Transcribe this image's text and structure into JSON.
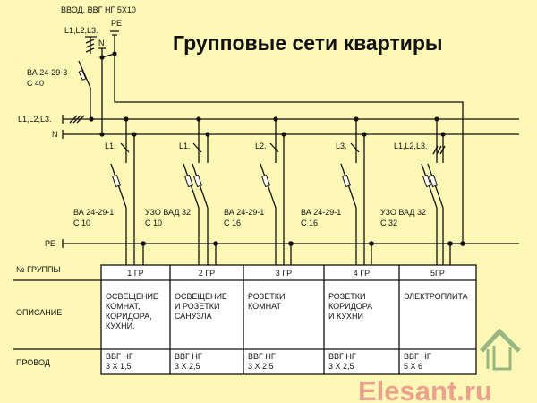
{
  "title": "Групповые сети квартиры",
  "input": {
    "cable": "ВВОД. ВВГ НГ 5Х10",
    "phase_label": "L1,L2,L3.",
    "neutral_label": "N",
    "pe_label": "PE",
    "breaker_model": "ВА 24-29-3",
    "breaker_rating": "С 40"
  },
  "buses": {
    "phase": "L1,L2,L3.",
    "neutral": "N",
    "pe": "PE"
  },
  "groups": [
    {
      "phase": "L1.",
      "device": "ВА 24-29-1",
      "rating": "С 10",
      "number": "1 ГР",
      "description": [
        "ОСВЕЩЕНИЕ",
        "КОМНАТ,",
        "КОРИДОРА,",
        "КУХНИ."
      ],
      "wire": [
        "ВВГ НГ",
        "3 Х 1,5"
      ]
    },
    {
      "phase": "L1.",
      "device": "УЗО ВАД 32",
      "rating": "С 10",
      "number": "2 ГР",
      "description": [
        "ОСВЕЩЕНИЕ",
        "И РОЗЕТКИ",
        "САНУЗЛА"
      ],
      "wire": [
        "ВВГ НГ",
        "3 Х 2,5"
      ]
    },
    {
      "phase": "L2.",
      "device": "ВА 24-29-1",
      "rating": "С 16",
      "number": "3 ГР",
      "description": [
        "РОЗЕТКИ",
        "КОМНАТ"
      ],
      "wire": [
        "ВВГ НГ",
        "3 Х 2,5"
      ]
    },
    {
      "phase": "L3.",
      "device": "ВА 24-29-1",
      "rating": "С 16",
      "number": "4 ГР",
      "description": [
        "РОЗЕТКИ",
        "КОРИДОРА",
        "И КУХНИ"
      ],
      "wire": [
        "ВВГ НГ",
        "3 Х 2,5"
      ]
    },
    {
      "phase": "L1,L2,L3.",
      "device": "УЗО ВАД 32",
      "rating": "С 32",
      "number": "5ГР",
      "description": [
        "ЭЛЕКТРОПЛИТА"
      ],
      "wire": [
        "ВВГ НГ",
        "5 Х 6"
      ]
    }
  ],
  "table_rows": {
    "number": "№ ГРУППЫ",
    "description": "ОПИСАНИЕ",
    "wire": "ПРОВОД"
  },
  "logo": "Elesant.ru",
  "colors": {
    "background": "#fdf8b6",
    "logo": "#eba18f",
    "house": "#6e9a6a"
  }
}
